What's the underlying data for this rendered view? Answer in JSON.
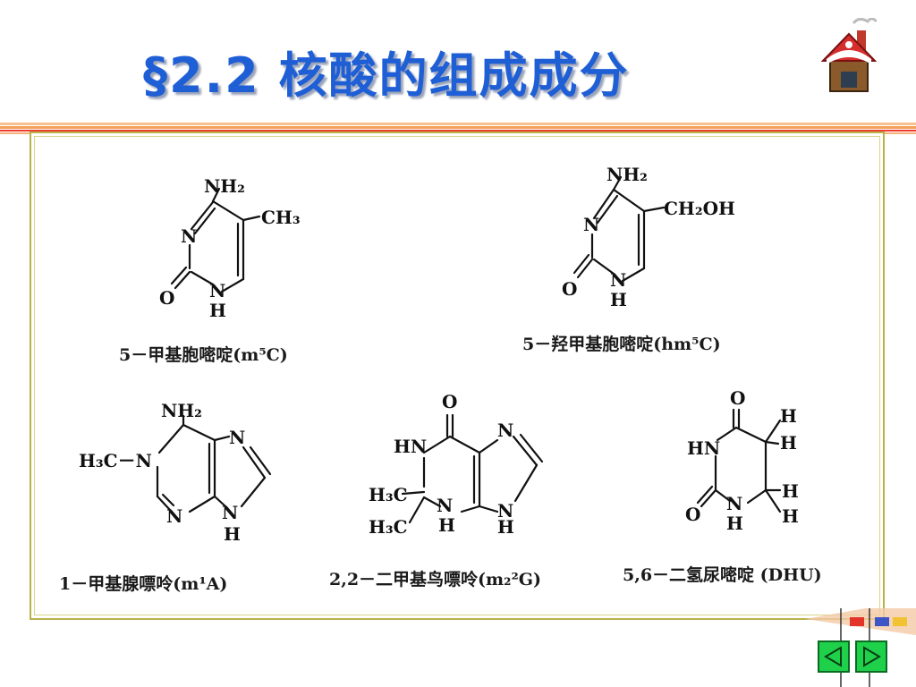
{
  "slide": {
    "title": "§2.2 核酸的组成成分"
  },
  "structures": [
    {
      "caption": "5－甲基胞嘧啶(m⁵C)",
      "labels": [
        "NH₂",
        "CH₃",
        "N",
        "O",
        "N",
        "H"
      ]
    },
    {
      "caption": "5－羟甲基胞嘧啶(hm⁵C)",
      "labels": [
        "NH₂",
        "CH₂OH",
        "N",
        "O",
        "N",
        "H"
      ]
    },
    {
      "caption": "1－甲基腺嘌呤(m¹A)",
      "labels": [
        "NH₂",
        "H₃C－N",
        "N",
        "N",
        "N",
        "H"
      ]
    },
    {
      "caption": "2,2－二甲基鸟嘌呤(m₂²G)",
      "labels": [
        "O",
        "HN",
        "N",
        "H₃C",
        "H₃C",
        "N",
        "H",
        "N",
        "H"
      ]
    },
    {
      "caption": "5,6－二氢尿嘧啶 (DHU)",
      "labels": [
        "O",
        "H",
        "H",
        "HN",
        "N",
        "O",
        "H",
        "H",
        "H"
      ]
    }
  ],
  "nav": {
    "prev_icon": "triangle-left-icon",
    "next_icon": "triangle-right-icon"
  },
  "colors": {
    "title": "#1f5fd6",
    "frame_border": "#b7b24a",
    "nav_button": "#1fd14a",
    "stripe_orange": "#f2a25a",
    "stripe_red": "#ef3a2e"
  }
}
